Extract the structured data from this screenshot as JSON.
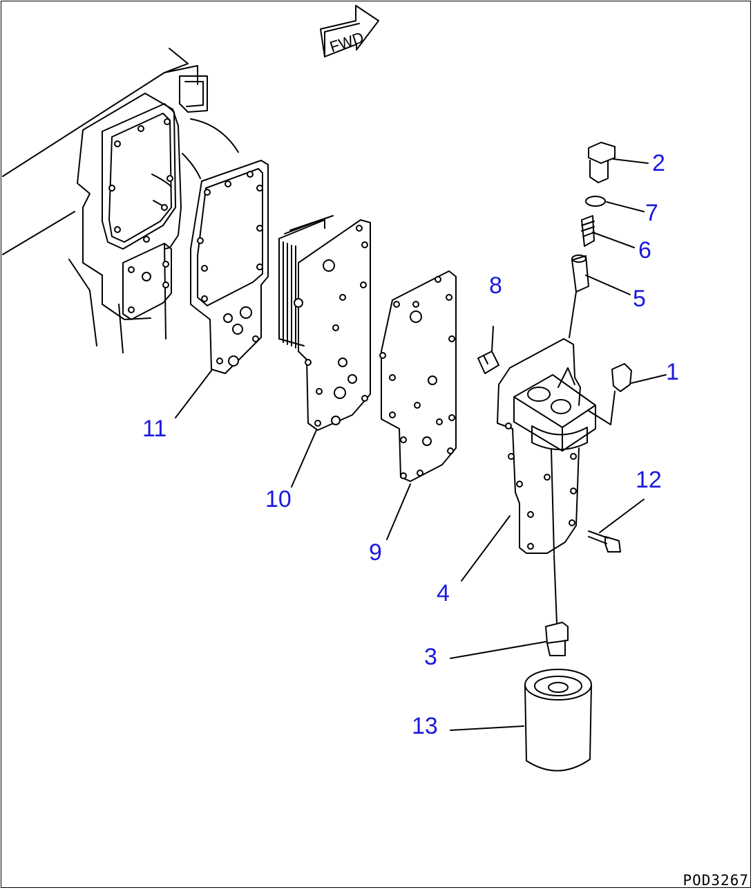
{
  "diagram": {
    "direction_arrow_label": "FWD",
    "figure_code": "POD3267",
    "callouts": [
      {
        "id": "c1",
        "label": "1"
      },
      {
        "id": "c2",
        "label": "2"
      },
      {
        "id": "c3",
        "label": "3"
      },
      {
        "id": "c4",
        "label": "4"
      },
      {
        "id": "c5",
        "label": "5"
      },
      {
        "id": "c6",
        "label": "6"
      },
      {
        "id": "c7",
        "label": "7"
      },
      {
        "id": "c8",
        "label": "8"
      },
      {
        "id": "c9",
        "label": "9"
      },
      {
        "id": "c10",
        "label": "10"
      },
      {
        "id": "c11",
        "label": "11"
      },
      {
        "id": "c12",
        "label": "12"
      },
      {
        "id": "c13",
        "label": "13"
      }
    ],
    "colors": {
      "callout": "#1a1adf",
      "line": "#000000"
    }
  }
}
